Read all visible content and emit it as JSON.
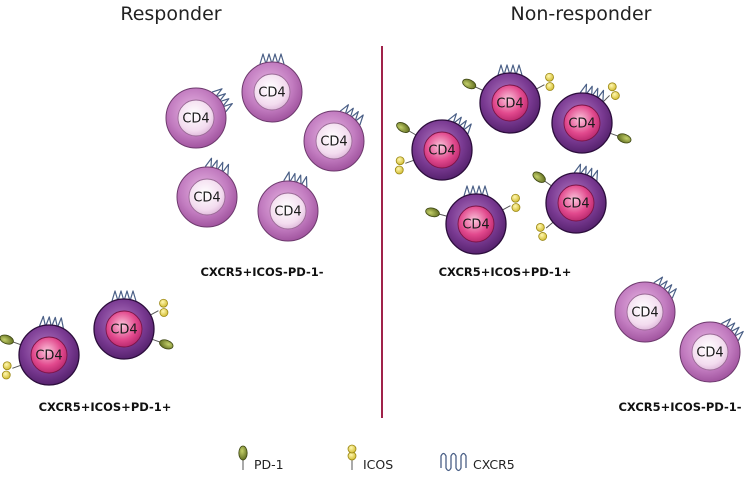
{
  "panels": {
    "left_title": "Responder",
    "right_title": "Non-responder"
  },
  "cell_label": "CD4",
  "groups": {
    "left_top": "CXCR5+ICOS-PD-1-",
    "left_bottom": "CXCR5+ICOS+PD-1+",
    "right_top": "CXCR5+ICOS+PD-1+",
    "right_bottom": "CXCR5+ICOS-PD-1-"
  },
  "legend": {
    "pd1": "PD-1",
    "icos": "ICOS",
    "cxcr5": "CXCR5"
  },
  "colors": {
    "divider": "#a0224a",
    "inactive_cell": "#b668b2",
    "active_cell": "#6a2a80",
    "pd1": "#7d8a2e",
    "icos": "#e6d24a",
    "cxcr5": "#4a5f86"
  }
}
